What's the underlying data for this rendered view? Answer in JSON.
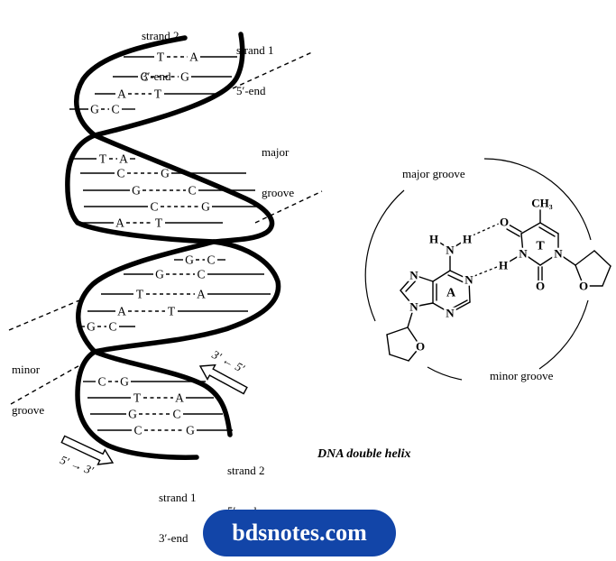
{
  "colors": {
    "ink": "#000000",
    "button_bg": "#1245a8",
    "button_text": "#ffffff"
  },
  "button": {
    "label": "bdsnotes.com"
  },
  "caption": "DNA double helix",
  "helix_labels": {
    "strand2_top": [
      "strand 2",
      "3′-end"
    ],
    "strand1_top": [
      "strand 1",
      "5′-end"
    ],
    "major_groove": [
      "major",
      "groove"
    ],
    "minor_groove": [
      "minor",
      "groove"
    ],
    "strand2_bottom": [
      "strand 2",
      "5′-end"
    ],
    "strand1_bottom": [
      "strand 1",
      "3′-end"
    ],
    "arrow_up_label": "3′ ← 5′",
    "arrow_down_label": "5′ → 3′"
  },
  "base_pairs": [
    {
      "l": "T",
      "r": "A"
    },
    {
      "l": "C",
      "r": "G"
    },
    {
      "l": "A",
      "r": "T"
    },
    {
      "l": "G",
      "r": "C"
    },
    {
      "l": "T",
      "r": "A"
    },
    {
      "l": "C",
      "r": "G"
    },
    {
      "l": "G",
      "r": "C"
    },
    {
      "l": "C",
      "r": "G"
    },
    {
      "l": "A",
      "r": "T"
    },
    {
      "l": "G",
      "r": "C"
    },
    {
      "l": "G",
      "r": "C"
    },
    {
      "l": "T",
      "r": "A"
    },
    {
      "l": "A",
      "r": "T"
    },
    {
      "l": "G",
      "r": "C"
    },
    {
      "l": "C",
      "r": "G"
    },
    {
      "l": "T",
      "r": "A"
    },
    {
      "l": "G",
      "r": "C"
    },
    {
      "l": "C",
      "r": "G"
    }
  ],
  "chemistry": {
    "major_groove": "major groove",
    "minor_groove": "minor groove",
    "atoms": [
      "H",
      "N",
      "H",
      "N",
      "N",
      "A",
      "N",
      "N",
      "O",
      "O",
      "CH₃",
      "T",
      "N",
      "H",
      "N",
      "O",
      "O"
    ]
  }
}
